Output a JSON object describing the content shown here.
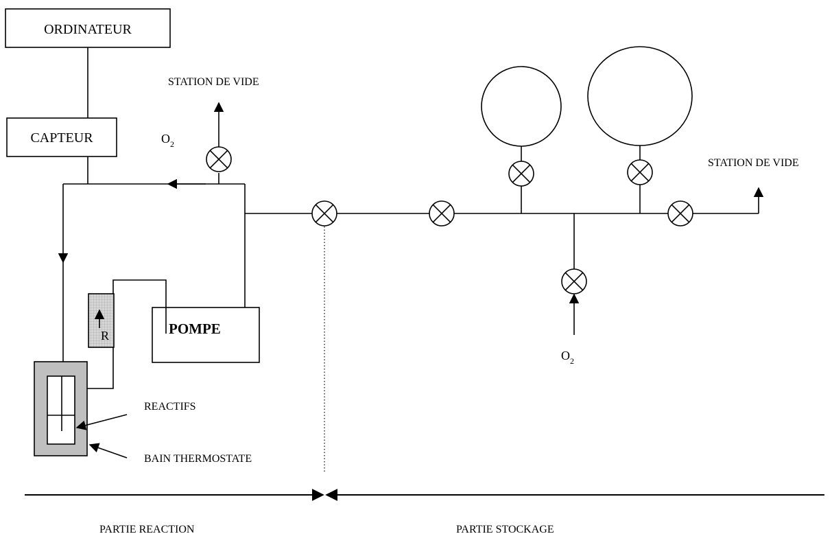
{
  "labels": {
    "computer": "ORDINATEUR",
    "sensor": "CAPTEUR",
    "vacuum_left": "STATION DE VIDE",
    "vacuum_right": "STATION DE VIDE",
    "o2_left_main": "O",
    "o2_left_sub": "2",
    "o2_bottom_main": "O",
    "o2_bottom_sub": "2",
    "pump": "POMPE",
    "resistor": "R",
    "reactants": "REACTIFS",
    "bath": "BAIN  THERMOSTATE",
    "reaction_part": "PARTIE REACTION",
    "storage_part": "PARTIE  STOCKAGE"
  },
  "colors": {
    "stroke": "#000000",
    "bath_fill": "#bfbfbf",
    "resistor_fill": "#c8c8c8"
  },
  "icons": {
    "valve": "valve-circle-x-icon",
    "arrow": "arrowhead-icon"
  }
}
